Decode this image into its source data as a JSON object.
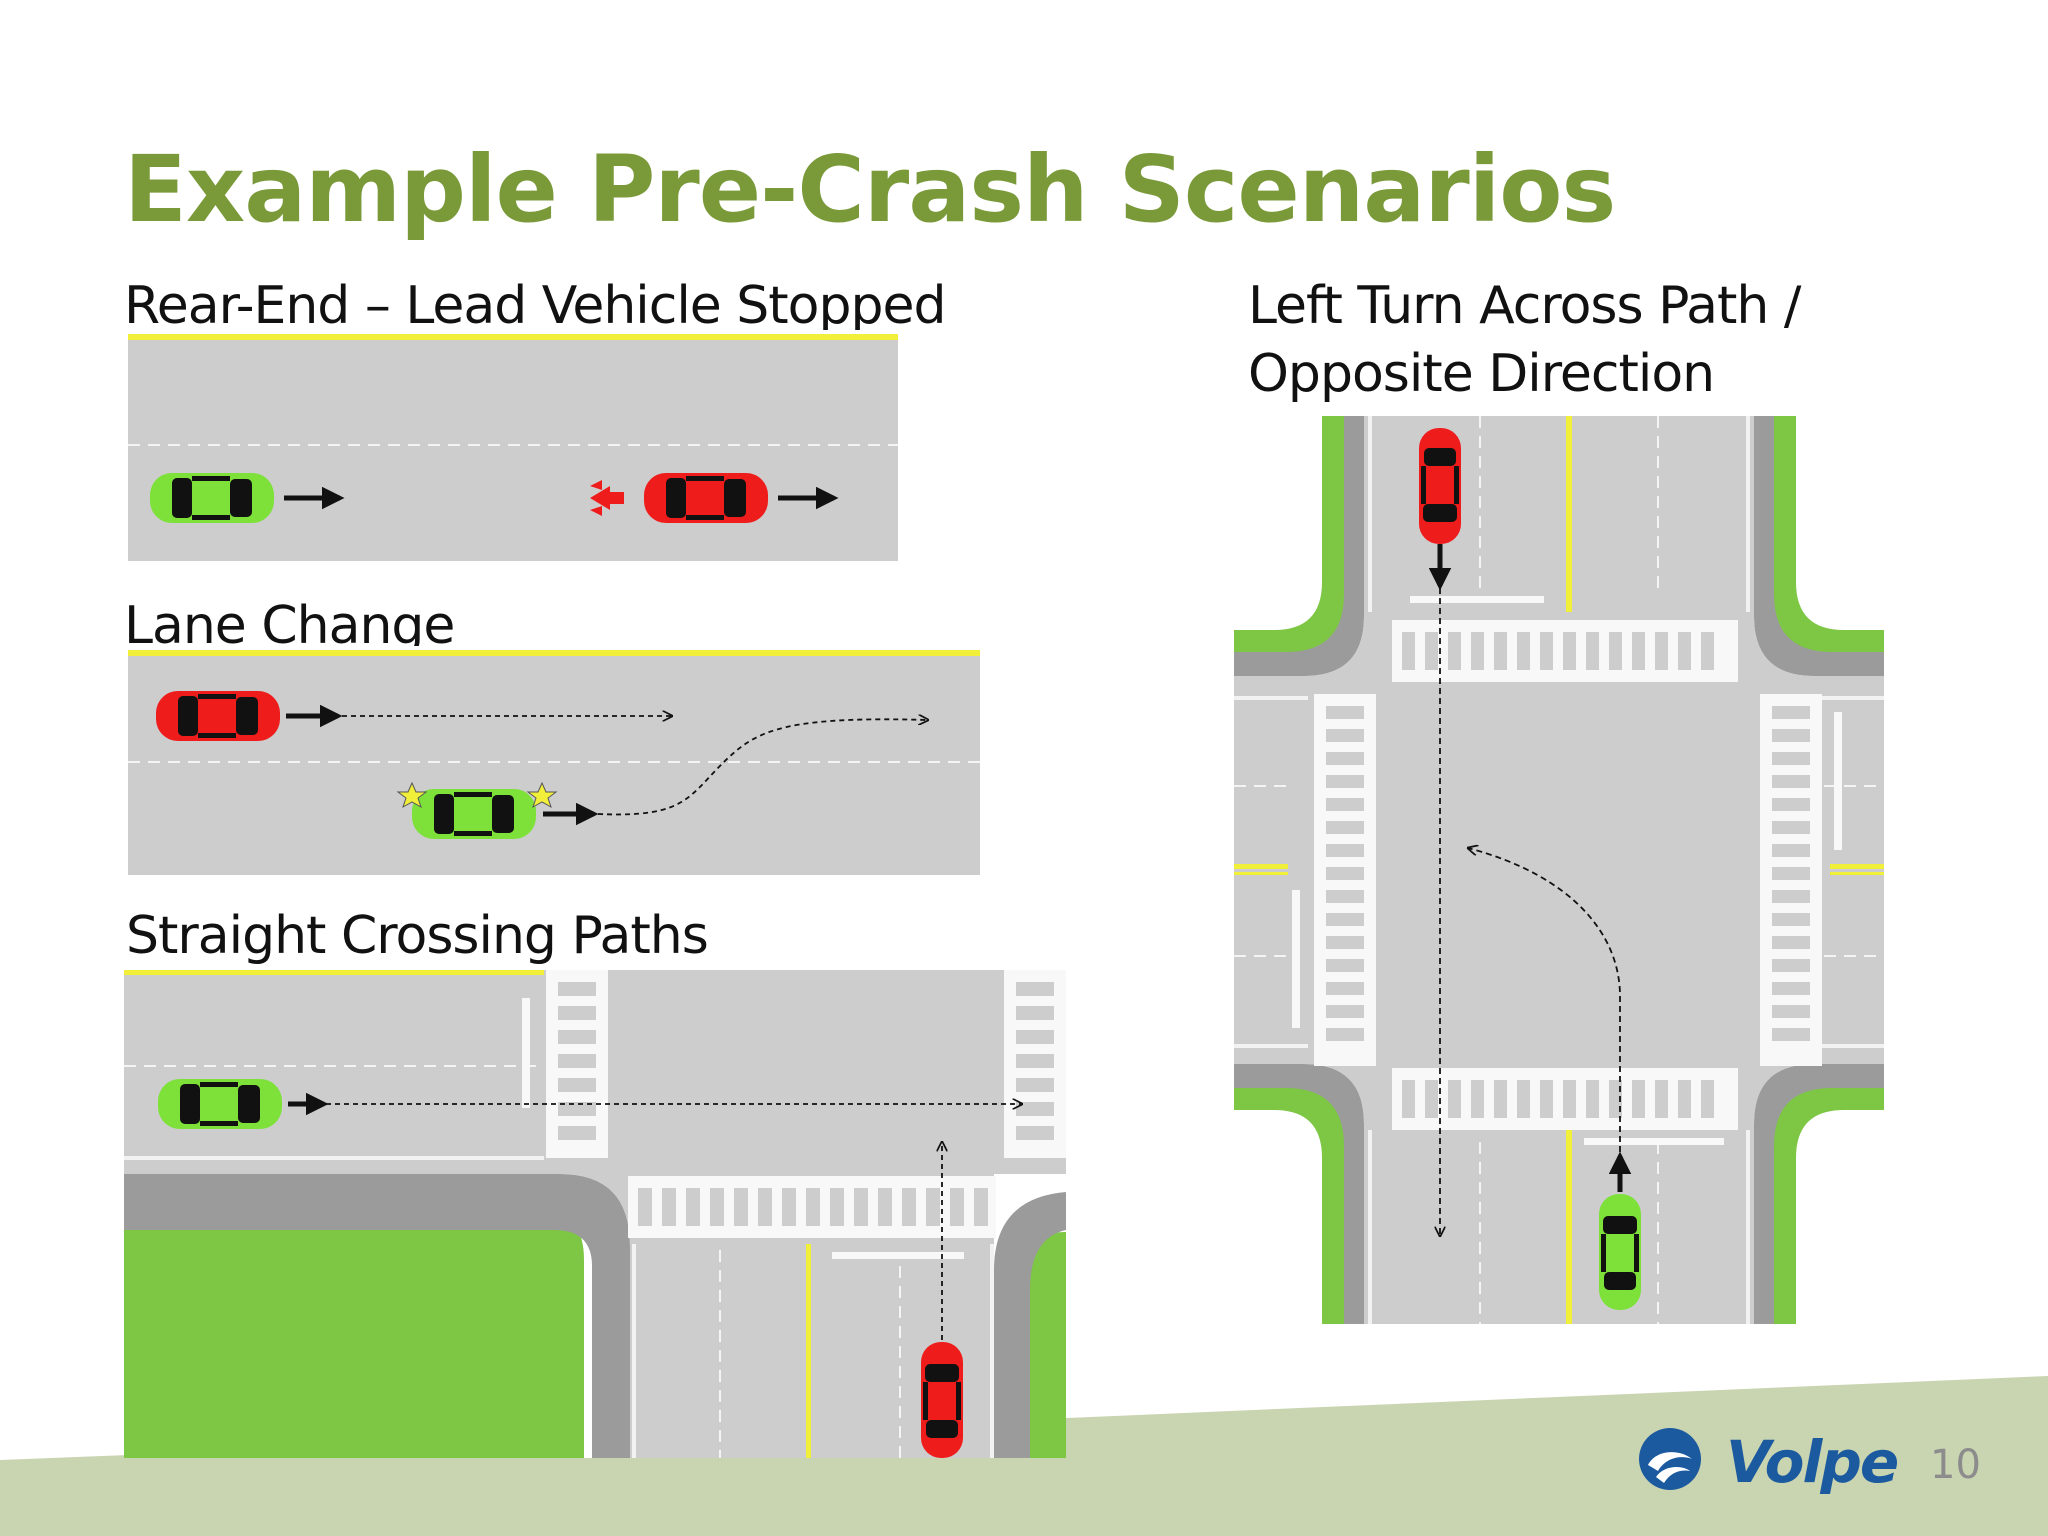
{
  "slide": {
    "title": "Example Pre-Crash Scenarios",
    "page_number": "10",
    "logo_text": "Volpe"
  },
  "scenarios": {
    "rear_end": {
      "label": "Rear-End – Lead Vehicle Stopped"
    },
    "lane_change": {
      "label": "Lane Change"
    },
    "straight_crossing": {
      "label": "Straight Crossing Paths"
    },
    "left_turn": {
      "label_line1": "Left Turn Across Path /",
      "label_line2": "Opposite Direction"
    }
  },
  "colors": {
    "title": "#7a9a3a",
    "road": "#cdcdcd",
    "curb": "#9b9b9b",
    "grass": "#7dc744",
    "lane_yellow": "#f2ef3a",
    "subject_vehicle": "#7de13a",
    "lead_vehicle": "#ef1c1c",
    "footer_band": "#c9d4b0",
    "logo": "#1c5aa0"
  }
}
